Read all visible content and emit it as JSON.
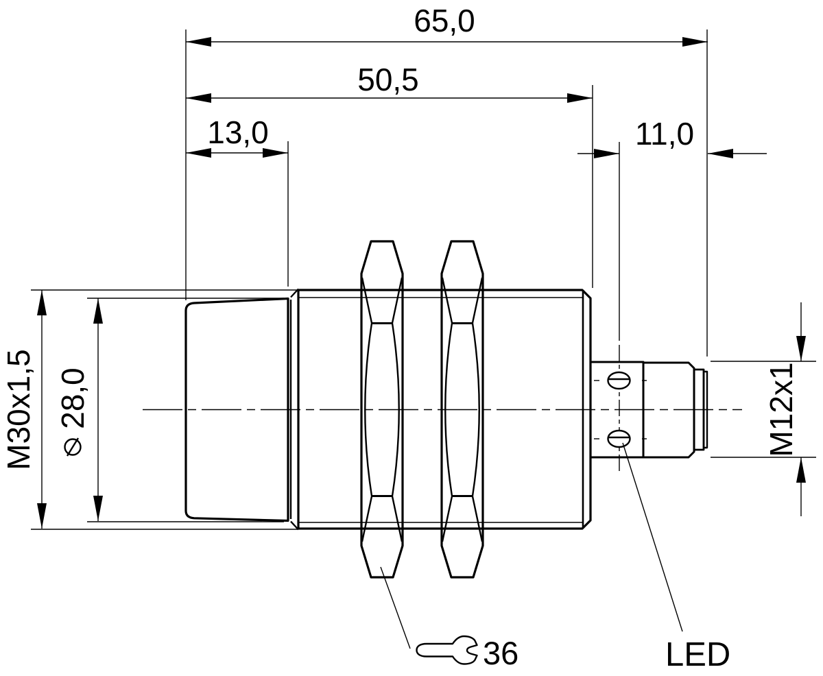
{
  "drawing": {
    "description": "technical-dimension-drawing-cylindrical-sensor",
    "dimensions": {
      "overall_length": "65,0",
      "body_length": "50,5",
      "head_length": "13,0",
      "connector_length": "11,0",
      "body_thread": "M30x1,5",
      "head_diameter": "28,0",
      "head_diameter_symbol": "⌀",
      "connector_thread": "M12x1",
      "wrench_size": "36",
      "led_label": "LED"
    },
    "colors": {
      "line": "#000000",
      "background": "#ffffff"
    }
  }
}
